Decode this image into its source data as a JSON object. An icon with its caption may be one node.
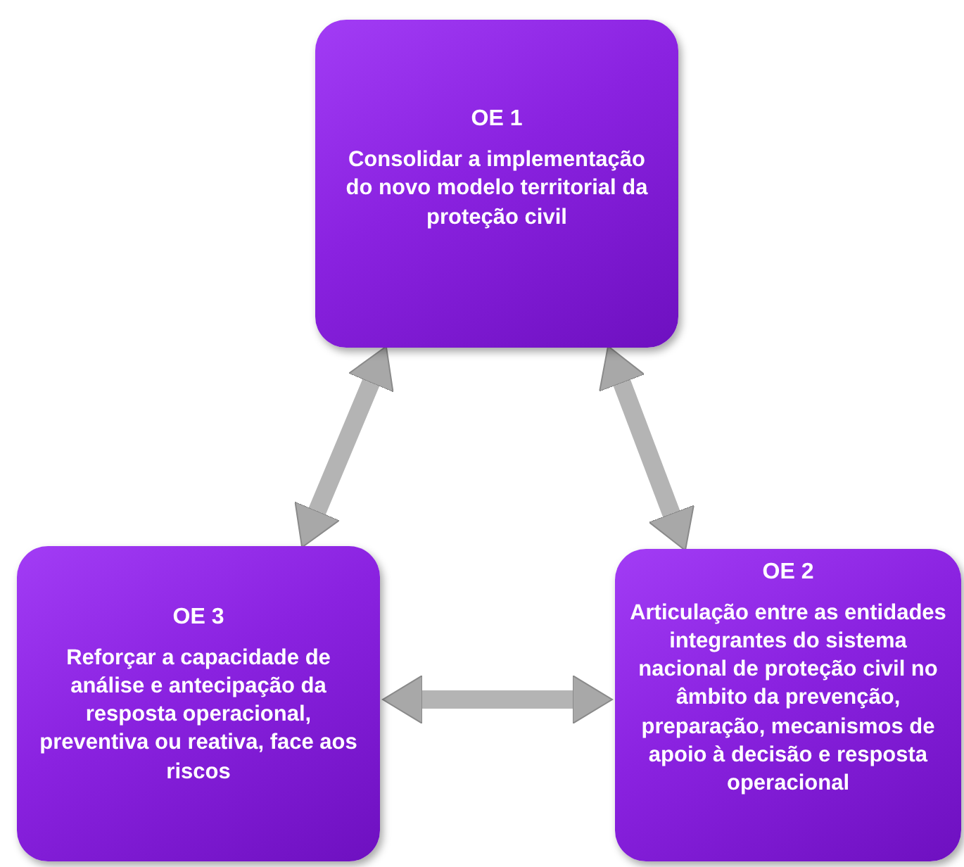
{
  "diagram": {
    "nodes": [
      {
        "text": [
          "OE 1",
          "Consolidar a implementação do novo modelo territorial da proteção civil"
        ]
      },
      {
        "text": [
          "OE 3",
          "Reforçar a capacidade de análise e antecipação da resposta operacional, preventiva ou reativa, face aos riscos"
        ]
      },
      {
        "text": [
          "OE 2",
          "Articulação entre as entidades integrantes do sistema nacional de proteção civil no âmbito da prevenção, preparação, mecanismos de apoio à decisão e resposta operacional"
        ]
      }
    ],
    "edges": [
      {
        "from": 0,
        "to": 1,
        "arrow": "both"
      },
      {
        "from": 0,
        "to": 2,
        "arrow": "both"
      },
      {
        "from": 1,
        "to": 2,
        "arrow": "both"
      }
    ]
  }
}
